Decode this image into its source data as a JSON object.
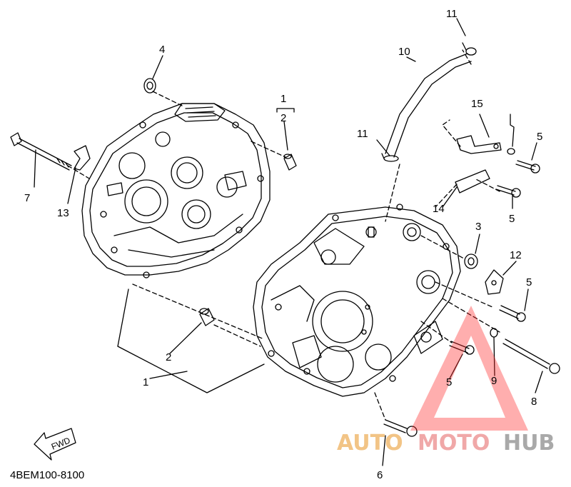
{
  "diagram_code": "4BEM100-8100",
  "fwd_label": "FWD",
  "watermark": {
    "part1": "AUTO",
    "part2": "MOTO",
    "part3": "HUB"
  },
  "callouts": {
    "c1a": "1",
    "c2a": "2",
    "c1b": "1",
    "c2b": "2",
    "c3": "3",
    "c4": "4",
    "c5a": "5",
    "c5b": "5",
    "c5c": "5",
    "c5d": "5",
    "c6": "6",
    "c7": "7",
    "c8": "8",
    "c9": "9",
    "c10": "10",
    "c11a": "11",
    "c11b": "11",
    "c12": "12",
    "c13": "13",
    "c14": "14",
    "c15": "15"
  },
  "colors": {
    "line": "#000000",
    "watermark_triangle": "#ff2b2b",
    "watermark_auto": "#f2c486",
    "watermark_moto": "#f0a8a8",
    "watermark_hub": "#a9a9a9"
  }
}
